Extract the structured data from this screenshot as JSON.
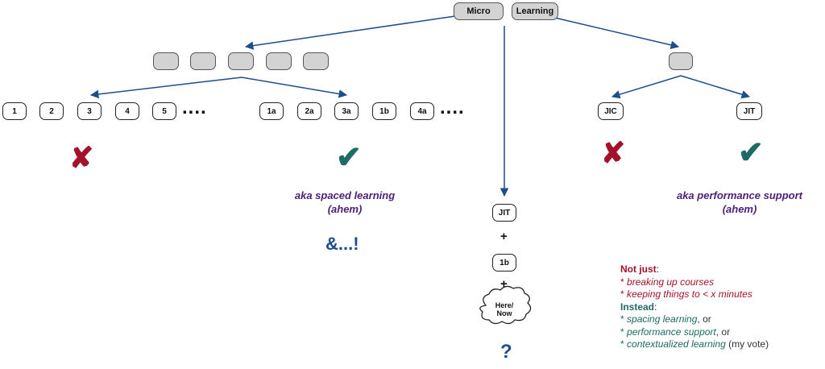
{
  "top": {
    "micro": "Micro",
    "learning": "Learning"
  },
  "left_numbers": [
    "1",
    "2",
    "3",
    "4",
    "5"
  ],
  "left_dots": "....",
  "mid_labels": [
    "1a",
    "2a",
    "3a",
    "1b",
    "4a"
  ],
  "mid_dots": "....",
  "right_labels": {
    "jic": "JIC",
    "jit": "JIT"
  },
  "marks": {
    "cross": "✘",
    "check": "✔"
  },
  "spaced": {
    "line1": "aka spaced learning",
    "line2": "(ahem)"
  },
  "perf": {
    "line1": "aka performance support",
    "line2": "(ahem)"
  },
  "and_more": "&...!",
  "center": {
    "jit": "JIT",
    "plus": "+",
    "one_b": "1b",
    "here_now": [
      "Here/",
      "Now"
    ],
    "question": "?"
  },
  "notes": {
    "not_just": "Not just",
    "colon": ":",
    "red_items": [
      "breaking up courses",
      "keeping things to < x minutes"
    ],
    "instead": "Instead",
    "teal_items": [
      {
        "text": "spacing learning",
        "suffix": ", or"
      },
      {
        "text": "performance support",
        "suffix": ", or"
      },
      {
        "text": "contextualized learning",
        "suffix": " (my vote)"
      }
    ],
    "bullet": "*"
  },
  "colors": {
    "arrow": "#1e4d8c",
    "red": "#a3122a",
    "teal": "#1e6b63",
    "purple": "#4b1f78"
  }
}
